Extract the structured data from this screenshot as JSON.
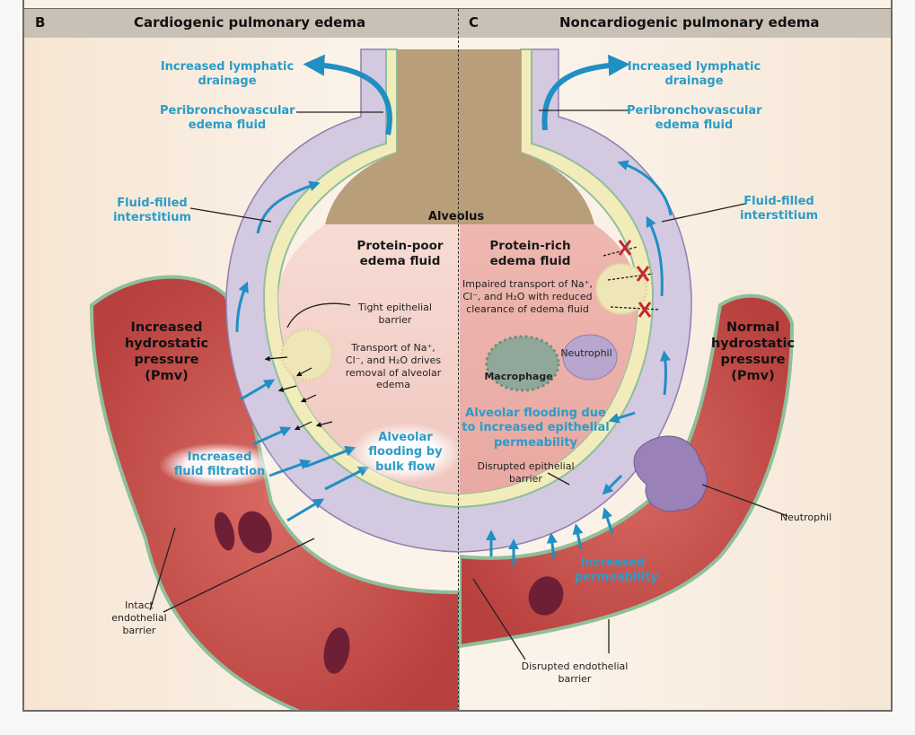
{
  "panels": [
    {
      "letter": "B",
      "title": "Cardiogenic pulmonary edema"
    },
    {
      "letter": "C",
      "title": "Noncardiogenic pulmonary edema"
    }
  ],
  "center_label": "Alveolus",
  "left": {
    "lymphatic": "Increased lymphatic drainage",
    "peribronchovascular": "Peribronchovascular edema fluid",
    "interstitium": "Fluid-filled interstitium",
    "edema_fluid": "Protein-poor edema fluid",
    "tight_barrier": "Tight epithelial barrier",
    "transport": "Transport of Na⁺, Cl⁻, and H₂O drives removal of alveolar edema",
    "pressure": "Increased hydrostatic pressure (Pmv)",
    "filtration": "Increased fluid filtration",
    "flooding": "Alveolar flooding by bulk flow",
    "endothelial": "Intact endothelial barrier"
  },
  "right": {
    "lymphatic": "Increased lymphatic drainage",
    "peribronchovascular": "Peribronchovascular edema fluid",
    "interstitium": "Fluid-filled interstitium",
    "edema_fluid": "Protein-rich edema fluid",
    "impaired": "Impaired transport of Na⁺, Cl⁻, and H₂O with reduced clearance of edema fluid",
    "macrophage": "Macrophage",
    "neutrophil_inner": "Neutrophil",
    "pressure": "Normal hydrostatic pressure (Pmv)",
    "flooding": "Alveolar flooding due to increased epithelial permeability",
    "epithelial": "Disrupted epithelial barrier",
    "neutrophil_outer": "Neutrophil",
    "permeability": "Increased permeability",
    "endothelial": "Disrupted endothelial barrier"
  },
  "colors": {
    "label_blue": "#2b9cc8",
    "arrow_blue": "#1f8fc4",
    "vessel_red": "#c9504c",
    "interstitium_lavender": "#cfc6df",
    "alveolus_tan": "#b79c78",
    "edema_pink": "#f0c9c3",
    "membrane_green": "#8fbf9a",
    "epithelium_yellow": "#f4efc0",
    "rbc_maroon": "#6e1f36",
    "neutrophil_purple": "#9a82b8"
  }
}
